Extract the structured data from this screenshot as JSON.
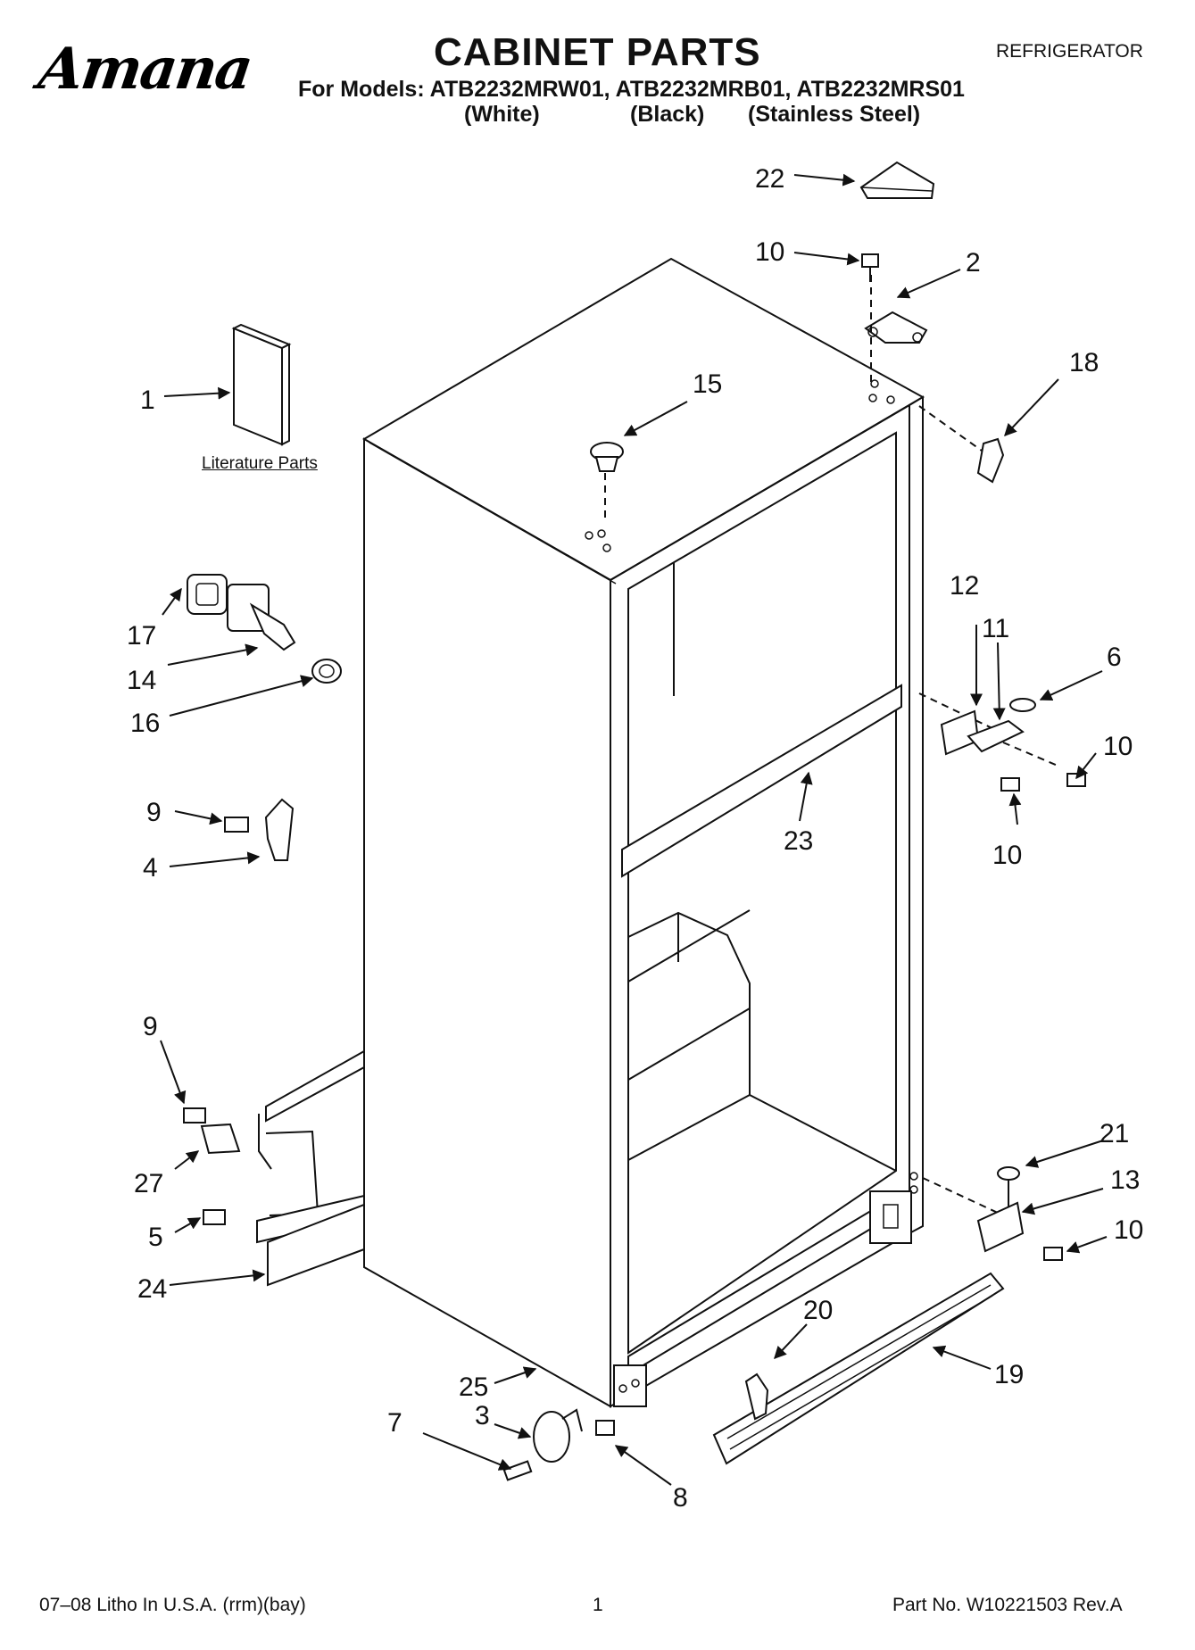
{
  "header": {
    "brand_logo_text": "Amana",
    "title": "CABINET PARTS",
    "category": "REFRIGERATOR",
    "models_line": "For Models: ATB2232MRW01, ATB2232MRB01, ATB2232MRS01",
    "variants": [
      "(White)",
      "(Black)",
      "(Stainless Steel)"
    ]
  },
  "literature_caption": "Literature Parts",
  "callouts": [
    "1",
    "2",
    "3",
    "4",
    "5",
    "6",
    "7",
    "8",
    "9",
    "9",
    "10",
    "10",
    "10",
    "10",
    "10",
    "11",
    "12",
    "13",
    "14",
    "15",
    "16",
    "17",
    "18",
    "19",
    "20",
    "21",
    "22",
    "23",
    "24",
    "25",
    "27"
  ],
  "footer": {
    "left": "07–08 Litho In U.S.A. (rrm)(bay)",
    "page": "1",
    "right": "Part No. W10221503 Rev.A"
  }
}
